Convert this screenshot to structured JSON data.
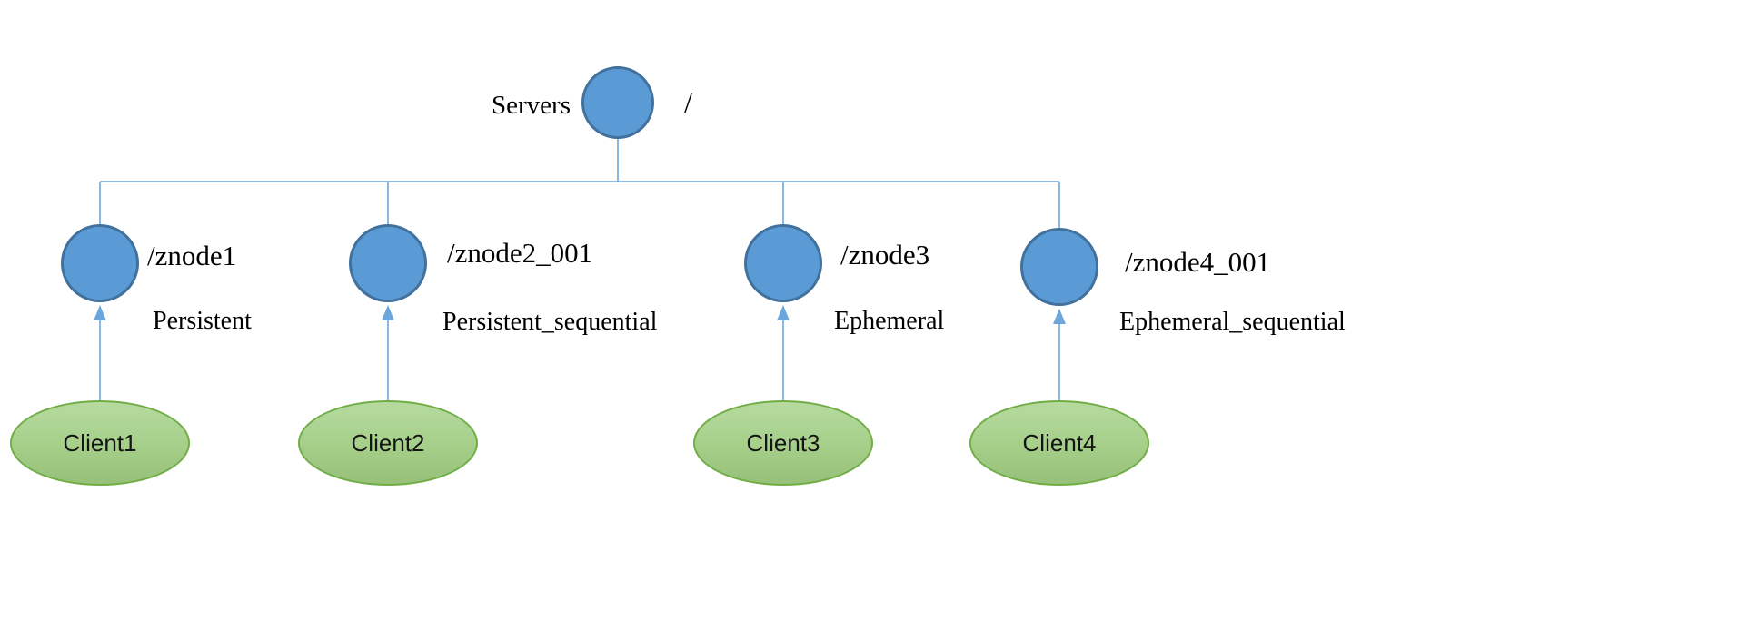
{
  "diagram": {
    "root": {
      "label": "Servers",
      "path": "/"
    },
    "nodes": [
      {
        "path": "/znode1",
        "type": "Persistent",
        "client": "Client1"
      },
      {
        "path": "/znode2_001",
        "type": "Persistent_sequential",
        "client": "Client2"
      },
      {
        "path": "/znode3",
        "type": "Ephemeral",
        "client": "Client3"
      },
      {
        "path": "/znode4_001",
        "type": "Ephemeral_sequential",
        "client": "Client4"
      }
    ],
    "colors": {
      "node_fill": "#5B9BD5",
      "node_border": "#41719C",
      "connector": "#6CA6DC",
      "client_fill": "#A9D18E",
      "client_border": "#70AD47"
    }
  }
}
